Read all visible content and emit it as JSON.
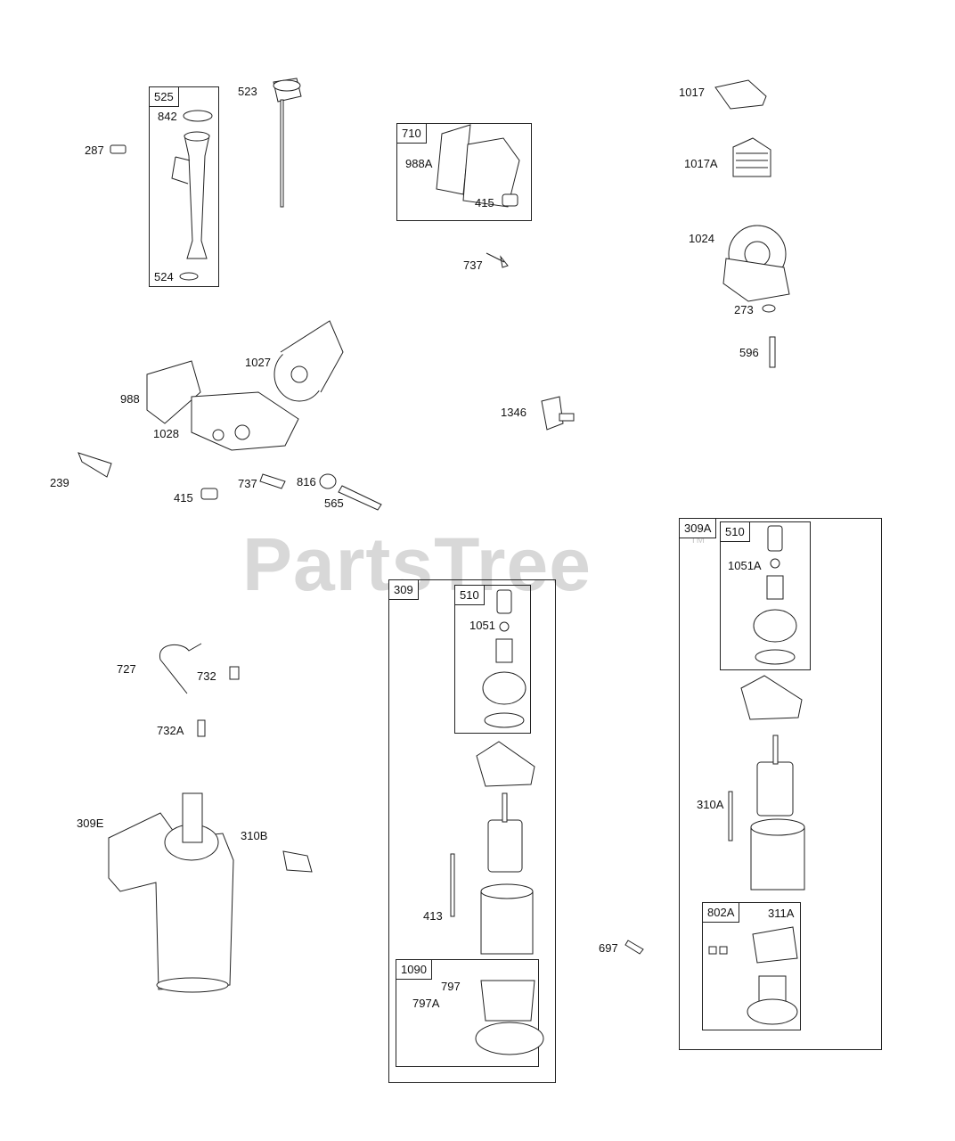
{
  "watermark": {
    "text": "PartsTree",
    "tm": "TM"
  },
  "boxes": {
    "b525": "525",
    "b710": "710",
    "b309": "309",
    "b510a": "510",
    "b1090": "1090",
    "b309A": "309A",
    "b510b": "510",
    "b802A": "802A"
  },
  "labels": {
    "l842": "842",
    "l287": "287",
    "l523": "523",
    "l524": "524",
    "l988A": "988A",
    "l415a": "415",
    "l737a": "737",
    "l1017": "1017",
    "l1017A": "1017A",
    "l1024": "1024",
    "l273": "273",
    "l596": "596",
    "l1027": "1027",
    "l988": "988",
    "l1028": "1028",
    "l1346": "1346",
    "l239": "239",
    "l415b": "415",
    "l737b": "737",
    "l816": "816",
    "l565": "565",
    "l727": "727",
    "l732": "732",
    "l732A": "732A",
    "l309E": "309E",
    "l310B": "310B",
    "l1051": "1051",
    "l413": "413",
    "l797": "797",
    "l797A": "797A",
    "l697": "697",
    "l1051A": "1051A",
    "l310A": "310A",
    "l311A": "311A"
  }
}
